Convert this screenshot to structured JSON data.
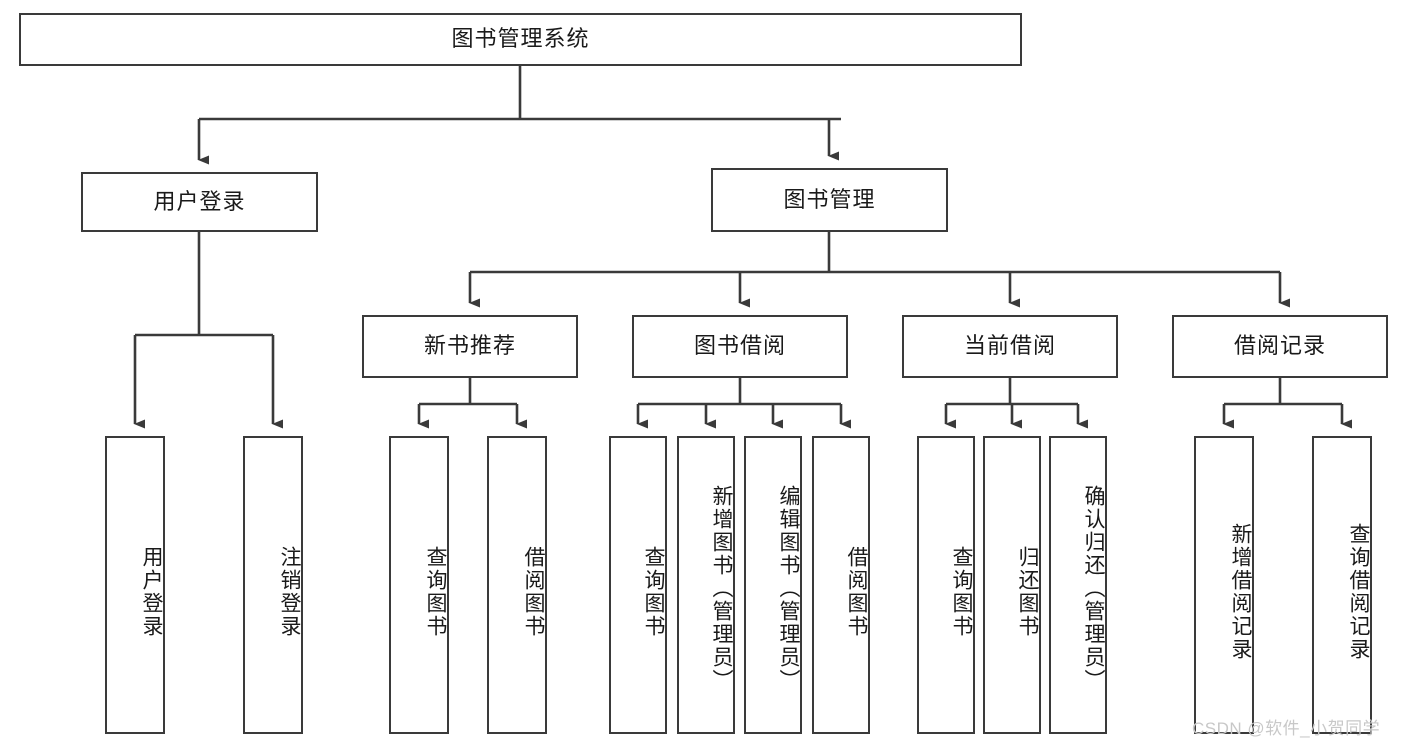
{
  "diagram": {
    "type": "tree-hierarchy-chart",
    "root": {
      "id": "root",
      "label": "图书管理系统"
    },
    "level2": [
      {
        "id": "user-login",
        "label": "用户登录"
      },
      {
        "id": "book-management",
        "label": "图书管理"
      }
    ],
    "level3": [
      {
        "id": "new-book-recommend",
        "label": "新书推荐"
      },
      {
        "id": "book-borrow",
        "label": "图书借阅"
      },
      {
        "id": "current-borrow",
        "label": "当前借阅"
      },
      {
        "id": "borrow-record",
        "label": "借阅记录"
      }
    ],
    "leaves": [
      {
        "id": "leaf-user-login",
        "label": "用户登录",
        "parent": "user-login"
      },
      {
        "id": "leaf-user-logout",
        "label": "注销登录",
        "parent": "user-login"
      },
      {
        "id": "leaf-query-book-1",
        "label": "查询图书",
        "parent": "new-book-recommend"
      },
      {
        "id": "leaf-borrow-book-1",
        "label": "借阅图书",
        "parent": "new-book-recommend"
      },
      {
        "id": "leaf-query-book-2",
        "label": "查询图书",
        "parent": "book-borrow"
      },
      {
        "id": "leaf-add-book",
        "label": "新增图书（管理员）",
        "parent": "book-borrow"
      },
      {
        "id": "leaf-edit-book",
        "label": "编辑图书（管理员）",
        "parent": "book-borrow"
      },
      {
        "id": "leaf-borrow-book-2",
        "label": "借阅图书",
        "parent": "book-borrow"
      },
      {
        "id": "leaf-query-book-3",
        "label": "查询图书",
        "parent": "current-borrow"
      },
      {
        "id": "leaf-return-book",
        "label": "归还图书",
        "parent": "current-borrow"
      },
      {
        "id": "leaf-confirm-return",
        "label": "确认归还（管理员）",
        "parent": "current-borrow"
      },
      {
        "id": "leaf-add-record",
        "label": "新增借阅记录",
        "parent": "borrow-record"
      },
      {
        "id": "leaf-query-record",
        "label": "查询借阅记录",
        "parent": "borrow-record"
      }
    ],
    "watermark": "CSDN @软件_小贺同学",
    "colors": {
      "border": "#3a3a3a",
      "background": "#ffffff",
      "text": "#1a1a1a",
      "watermark": "#c8c8c8"
    }
  }
}
